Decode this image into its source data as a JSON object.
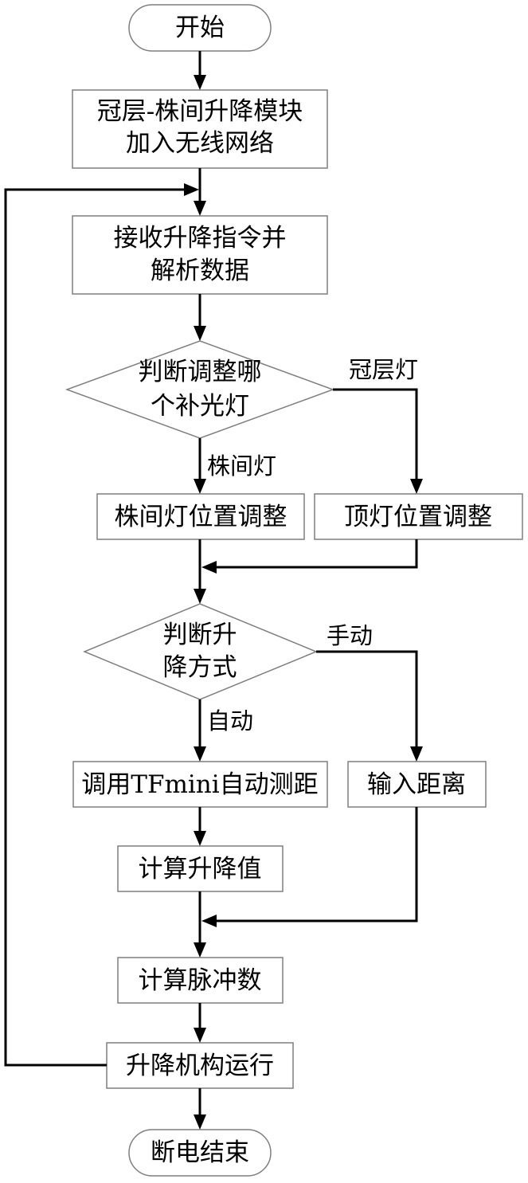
{
  "nodes": {
    "start": "开始",
    "join_network_1": "冠层-株间升降模块",
    "join_network_2": "加入无线网络",
    "receive_1": "接收升降指令并",
    "receive_2": "解析数据",
    "decide_light_1": "判断调整哪",
    "decide_light_2": "个补光灯",
    "inter_light_adjust": "株间灯位置调整",
    "top_light_adjust": "顶灯位置调整",
    "decide_mode_1": "判断升",
    "decide_mode_2": "降方式",
    "auto_measure": "调用TFmini自动测距",
    "input_distance": "输入距离",
    "calc_lift": "计算升降值",
    "calc_pulse": "计算脉冲数",
    "run_mechanism": "升降机构运行",
    "end": "断电结束"
  },
  "edge_labels": {
    "canopy_light": "冠层灯",
    "inter_light": "株间灯",
    "manual": "手动",
    "auto": "自动"
  }
}
